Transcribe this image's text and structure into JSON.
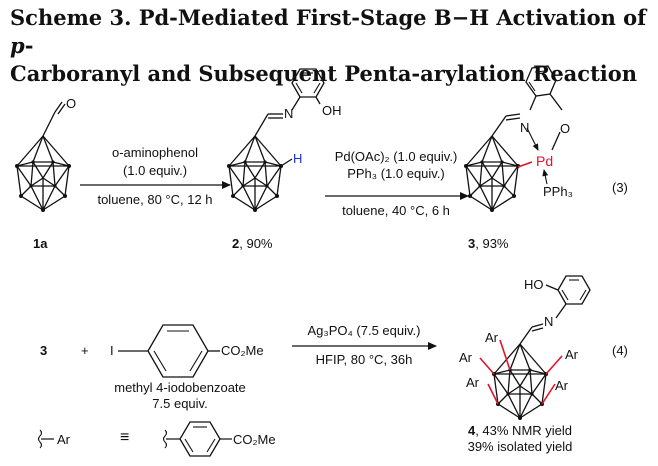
{
  "scheme_title_line1_prefix": "Scheme 3. Pd-Mediated First-Stage B−H Activation of ",
  "scheme_title_line1_italic": "p",
  "scheme_title_line1_suffix": "-",
  "scheme_title_line2": "Carboranyl and Subsequent Penta-arylation Reaction",
  "colors": {
    "pd": "#e0142a",
    "hydrogen": "#1c32d6",
    "bond_red": "#e0142a",
    "ink": "#111111"
  },
  "reaction1": {
    "start_compound": {
      "number": "1a",
      "aldehyde_O": "O"
    },
    "step1": {
      "reagent": "o-aminophenol",
      "equiv": "(1.0 equiv.)",
      "conditions": "toluene, 80 °C, 12 h"
    },
    "intermediate": {
      "number": "2",
      "yield": ", 90%",
      "N": "N",
      "OH": "OH",
      "H": "H"
    },
    "step2": {
      "reagent_a": "Pd(OAc)₂ (1.0 equiv.)",
      "reagent_b": "PPh₃ (1.0 equiv.)",
      "conditions": "toluene, 40 °C, 6 h"
    },
    "product": {
      "number": "3",
      "yield": ", 93%",
      "N": "N",
      "O": "O",
      "Pd": "Pd",
      "PPh3": "PPh₃"
    },
    "eq_label": "(3)"
  },
  "reaction2": {
    "reactant1": "3",
    "plus": "+",
    "aryl_iodide": {
      "I": "I",
      "ester": "CO₂Me",
      "name": "methyl 4-iodobenzoate",
      "equiv": "7.5 equiv."
    },
    "reagent": "Ag₃PO₄ (7.5 equiv.)",
    "conditions": "HFIP, 80 °C,  36h",
    "product": {
      "HO": "HO",
      "N": "N",
      "Ar": "Ar",
      "number": "4",
      "nmr_yield": ", 43% NMR yield",
      "isolated_yield": "39% isolated yield"
    },
    "eq_label": "(4)",
    "ar_definition": {
      "ar": "Ar",
      "equiv_sign": "≡",
      "ester": "CO₂Me"
    }
  }
}
